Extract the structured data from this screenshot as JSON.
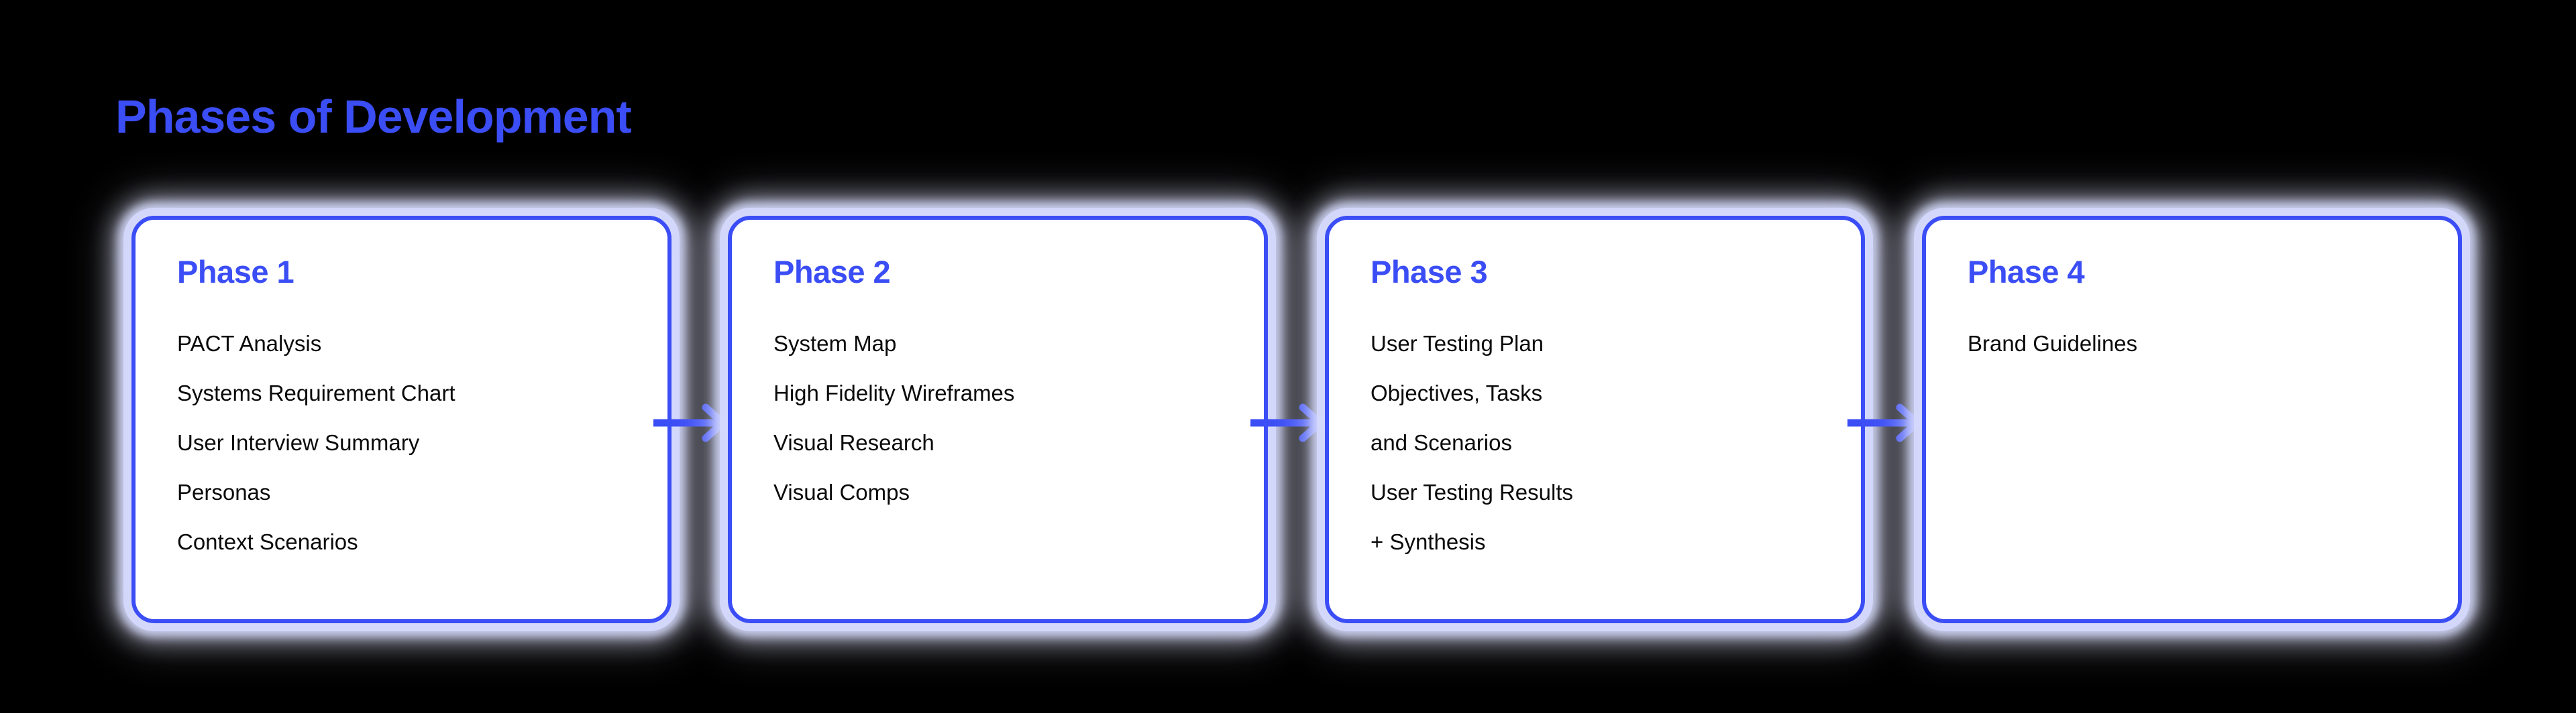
{
  "page": {
    "title": "Phases of Development",
    "background_color": "#000000"
  },
  "theme": {
    "accent_blue": "#3b4df5",
    "card_fill": "#ffffff",
    "card_glow": "#d4d8fc",
    "body_text": "#0a0a0a"
  },
  "flow": {
    "cards": [
      {
        "heading": "Phase 1",
        "items": [
          "PACT Analysis",
          "Systems Requirement Chart",
          "User Interview Summary",
          "Personas",
          "Context Scenarios"
        ]
      },
      {
        "heading": "Phase 2",
        "items": [
          "System Map",
          "High Fidelity Wireframes",
          "Visual Research",
          "Visual Comps"
        ]
      },
      {
        "heading": "Phase 3",
        "items": [
          "User Testing Plan",
          "Objectives, Tasks",
          "and Scenarios",
          "User Testing Results",
          "+ Synthesis"
        ]
      },
      {
        "heading": "Phase 4",
        "items": [
          "Brand Guidelines"
        ]
      }
    ],
    "connectors": [
      {
        "icon": "arrow-right-icon",
        "from": "Phase 1",
        "to": "Phase 2"
      },
      {
        "icon": "arrow-right-icon",
        "from": "Phase 2",
        "to": "Phase 3"
      },
      {
        "icon": "arrow-right-icon",
        "from": "Phase 3",
        "to": "Phase 4"
      }
    ]
  }
}
